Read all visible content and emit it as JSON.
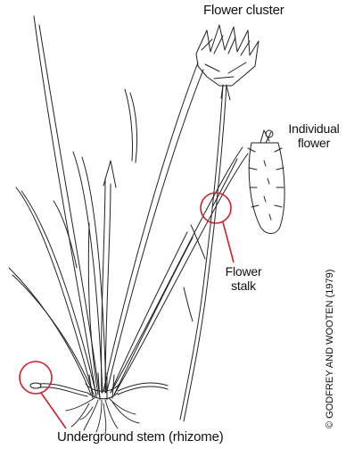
{
  "labels": {
    "flower_cluster": "Flower cluster",
    "individual_flower_line1": "Individual",
    "individual_flower_line2": "flower",
    "flower_stalk_line1": "Flower",
    "flower_stalk_line2": "stalk",
    "rhizome": "Underground stem (rhizome)",
    "credit": "© GODFREY AND WOOTEN (1979)"
  },
  "colors": {
    "ink": "#222222",
    "callout": "#d0202a",
    "background": "#ffffff"
  }
}
